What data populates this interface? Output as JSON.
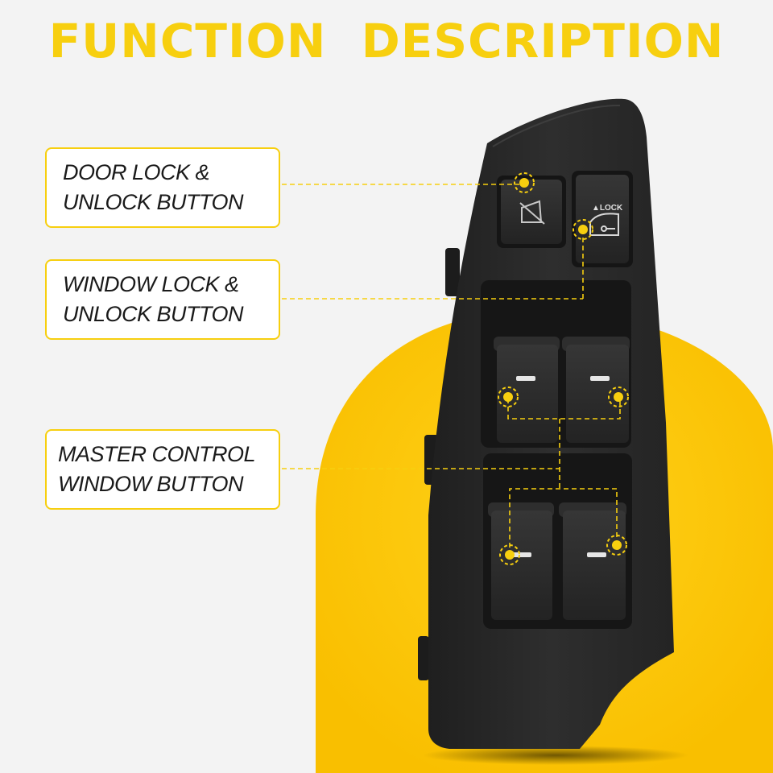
{
  "header": {
    "title": "FUNCTION  DESCRIPTION"
  },
  "callouts": [
    {
      "line1": "DOOR LOCK &",
      "line2": "UNLOCK BUTTON"
    },
    {
      "line1": "WINDOW LOCK &",
      "line2": "UNLOCK BUTTON"
    },
    {
      "line1": "MASTER CONTROL",
      "line2": "WINDOW BUTTON"
    }
  ],
  "panel": {
    "lock_label": "▲LOCK"
  },
  "colors": {
    "accent": "#f7cf0f",
    "panel": "#2a2a2a",
    "background": "#f3f3f3"
  },
  "icons": [
    "window-lock-icon",
    "door-lock-icon",
    "window-switch-icon"
  ]
}
